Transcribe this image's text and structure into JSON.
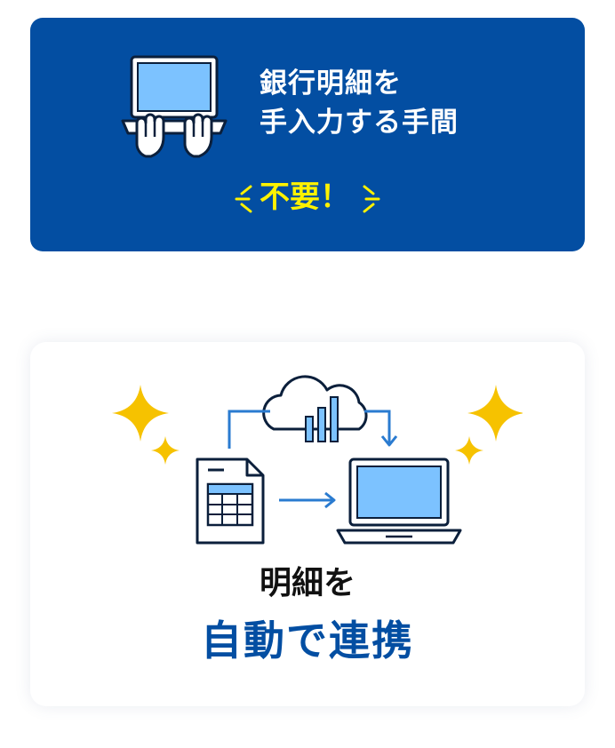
{
  "card_top": {
    "line1": "銀行明細を",
    "line2": "手入力する手間",
    "highlight": "不要！",
    "icon": "laptop-typing-icon"
  },
  "card_bottom": {
    "line1": "明細を",
    "line2": "自動で連携",
    "icons": [
      "cloud-chart-icon",
      "spreadsheet-icon",
      "laptop-icon",
      "sparkle-icon"
    ]
  },
  "colors": {
    "brand_blue": "#034ea2",
    "highlight_yellow": "#fff200",
    "sparkle_gold": "#f6c200",
    "screen_blue": "#7cc2ff"
  }
}
